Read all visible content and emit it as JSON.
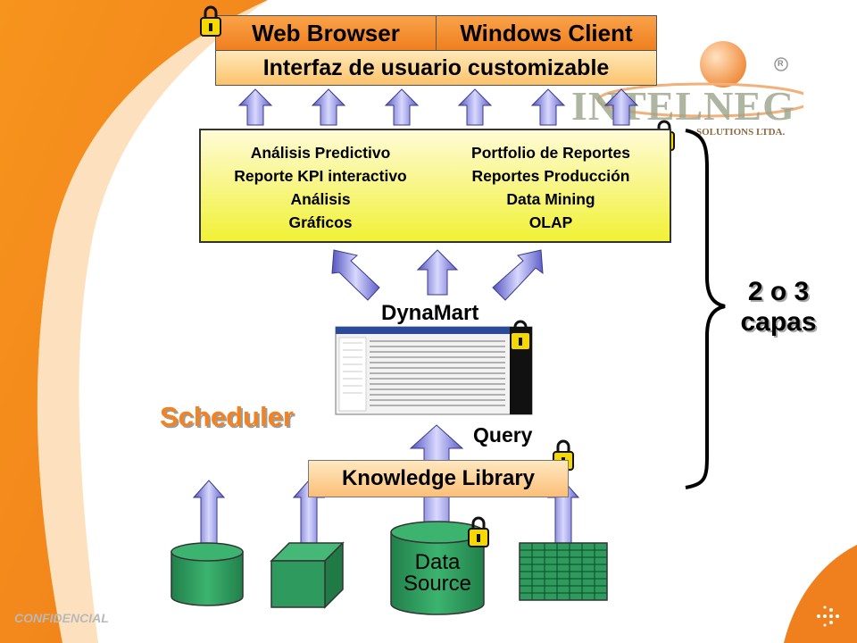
{
  "ui_layer": {
    "web_browser": "Web Browser",
    "windows_client": "Windows Client",
    "custom_ui": "Interfaz de usuario customizable"
  },
  "apps": {
    "left": [
      "Análisis Predictivo",
      "Reporte KPI interactivo",
      "Análisis",
      "Gráficos"
    ],
    "right": [
      "Portfolio de Reportes",
      "Reportes Producción",
      "Data Mining",
      "OLAP"
    ]
  },
  "dynamart_label": "DynaMart",
  "query_label": "Query",
  "scheduler_label": "Scheduler",
  "knowledge_library": "Knowledge Library",
  "data_source": [
    "Data",
    "Source"
  ],
  "layers_label": [
    "2 o 3",
    "capas"
  ],
  "logo": {
    "name": "INTELNEG",
    "sub": "SOLUTIONS LTDA.",
    "registered": "R"
  },
  "footer": "CONFIDENCIAL",
  "colors": {
    "accent_orange": "#f07f1e",
    "app_yellow": "#f1f136",
    "arrow_blue": "#7878d8",
    "db_green": "#2e9a5e",
    "scheduler_orange": "#f58220"
  },
  "icons": [
    "lock-icon",
    "arrow-up-icon",
    "database-icon",
    "cube-icon",
    "spreadsheet-icon",
    "brace-icon",
    "dots-arrow-icon"
  ]
}
